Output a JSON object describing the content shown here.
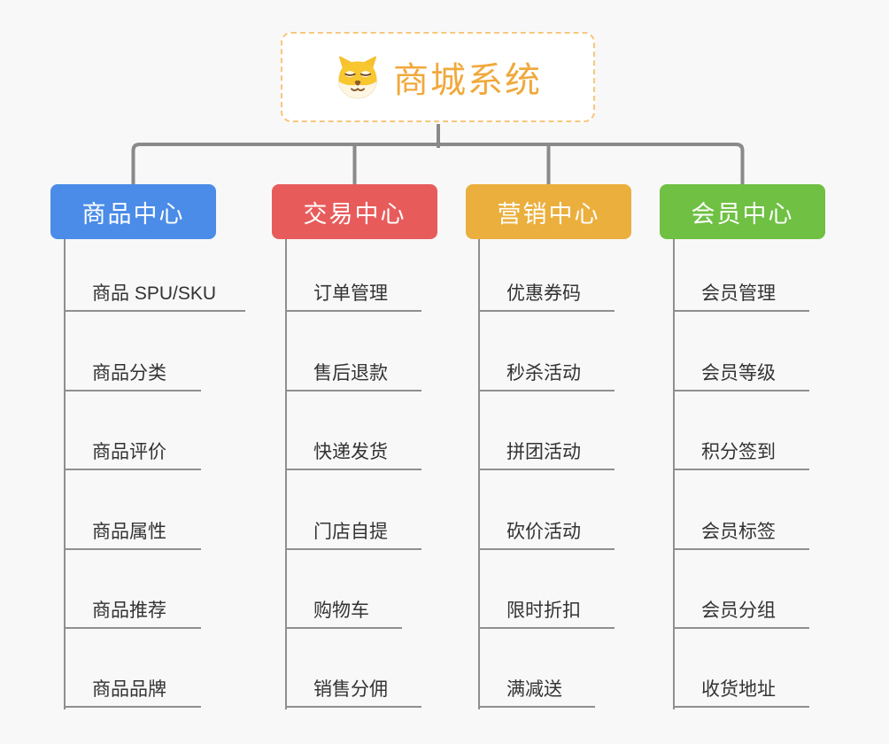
{
  "root": {
    "title": "商城系统",
    "icon": "dog-icon"
  },
  "branches": [
    {
      "label": "商品中心",
      "color": "#4a8ce8",
      "items": [
        "商品 SPU/SKU",
        "商品分类",
        "商品评价",
        "商品属性",
        "商品推荐",
        "商品品牌"
      ]
    },
    {
      "label": "交易中心",
      "color": "#e85b5b",
      "items": [
        "订单管理",
        "售后退款",
        "快递发货",
        "门店自提",
        "购物车",
        "销售分佣"
      ]
    },
    {
      "label": "营销中心",
      "color": "#ebaf3d",
      "items": [
        "优惠券码",
        "秒杀活动",
        "拼团活动",
        "砍价活动",
        "限时折扣",
        "满减送"
      ]
    },
    {
      "label": "会员中心",
      "color": "#6fc043",
      "items": [
        "会员管理",
        "会员等级",
        "积分签到",
        "会员标签",
        "会员分组",
        "收货地址"
      ]
    }
  ],
  "colors": {
    "background": "#f8f8f8",
    "connector": "#8a8a8a",
    "leaf_underline": "#8f8f8f",
    "root_border": "#f6c77c",
    "root_text": "#f0a93c",
    "branch_text": "#ffffff"
  }
}
